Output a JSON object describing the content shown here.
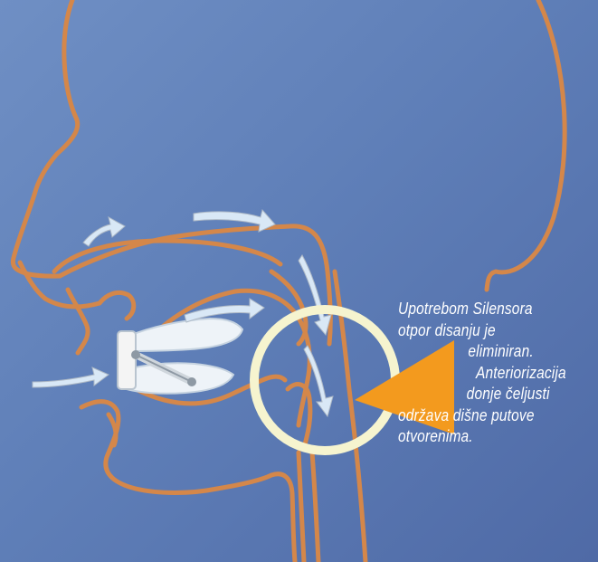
{
  "caption": {
    "lines": [
      "Upotrebom Silensora",
      "otpor disanju je",
      "eliminiran.",
      "Anteriorizacija",
      "donje čeljusti",
      "održava dišne putove",
      "otvorenima."
    ]
  },
  "colors": {
    "background": "#5f7fb8",
    "anatomy_outline": "#d4874a",
    "airflow_arrows": "#d9e8f6",
    "highlight_ring": "#f6f4cf",
    "pointer": "#f39a1e",
    "caption_text": "#ffffff"
  }
}
